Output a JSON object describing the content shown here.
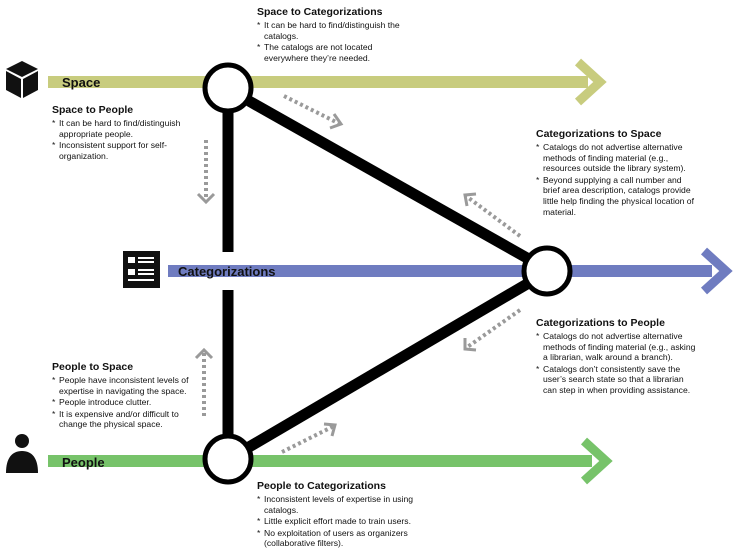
{
  "bands": {
    "space": {
      "label": "Space",
      "color": "#c8cc7e",
      "icon": "cube-icon"
    },
    "categorizations": {
      "label": "Categorizations",
      "color": "#6f7cc0",
      "icon": "catalog-list-icon"
    },
    "people": {
      "label": "People",
      "color": "#77c36a",
      "icon": "person-icon"
    }
  },
  "notes": {
    "space_to_categorizations": {
      "title": "Space to Categorizations",
      "items": [
        "It can be hard to find/distinguish the catalogs.",
        "The catalogs are not located everywhere they’re needed."
      ]
    },
    "space_to_people": {
      "title": "Space to People",
      "items": [
        "It can be hard to find/distinguish appropriate people.",
        "Inconsistent support for self-organization."
      ]
    },
    "categorizations_to_space": {
      "title": "Categorizations to Space",
      "items": [
        "Catalogs do not advertise alternative methods of finding material (e.g., resources outside the library system).",
        "Beyond supplying a call number and brief area description, catalogs provide little help finding the physical location of material."
      ]
    },
    "categorizations_to_people": {
      "title": "Categorizations to People",
      "items": [
        "Catalogs do not advertise alternative methods of finding material (e.g., asking a librarian, walk around a branch).",
        "Catalogs don’t consistently save the user’s search state so that a librarian can step in when providing assistance."
      ]
    },
    "people_to_space": {
      "title": "People to Space",
      "items": [
        "People have inconsistent levels of expertise in navigating the space.",
        "People introduce clutter.",
        "It is expensive and/or difficult to change the physical space."
      ]
    },
    "people_to_categorizations": {
      "title": "People to Categorizations",
      "items": [
        "Inconsistent levels of expertise in using catalogs.",
        "Little explicit effort made to train users.",
        "No exploitation of users as organizers (collaborative filters)."
      ]
    }
  }
}
